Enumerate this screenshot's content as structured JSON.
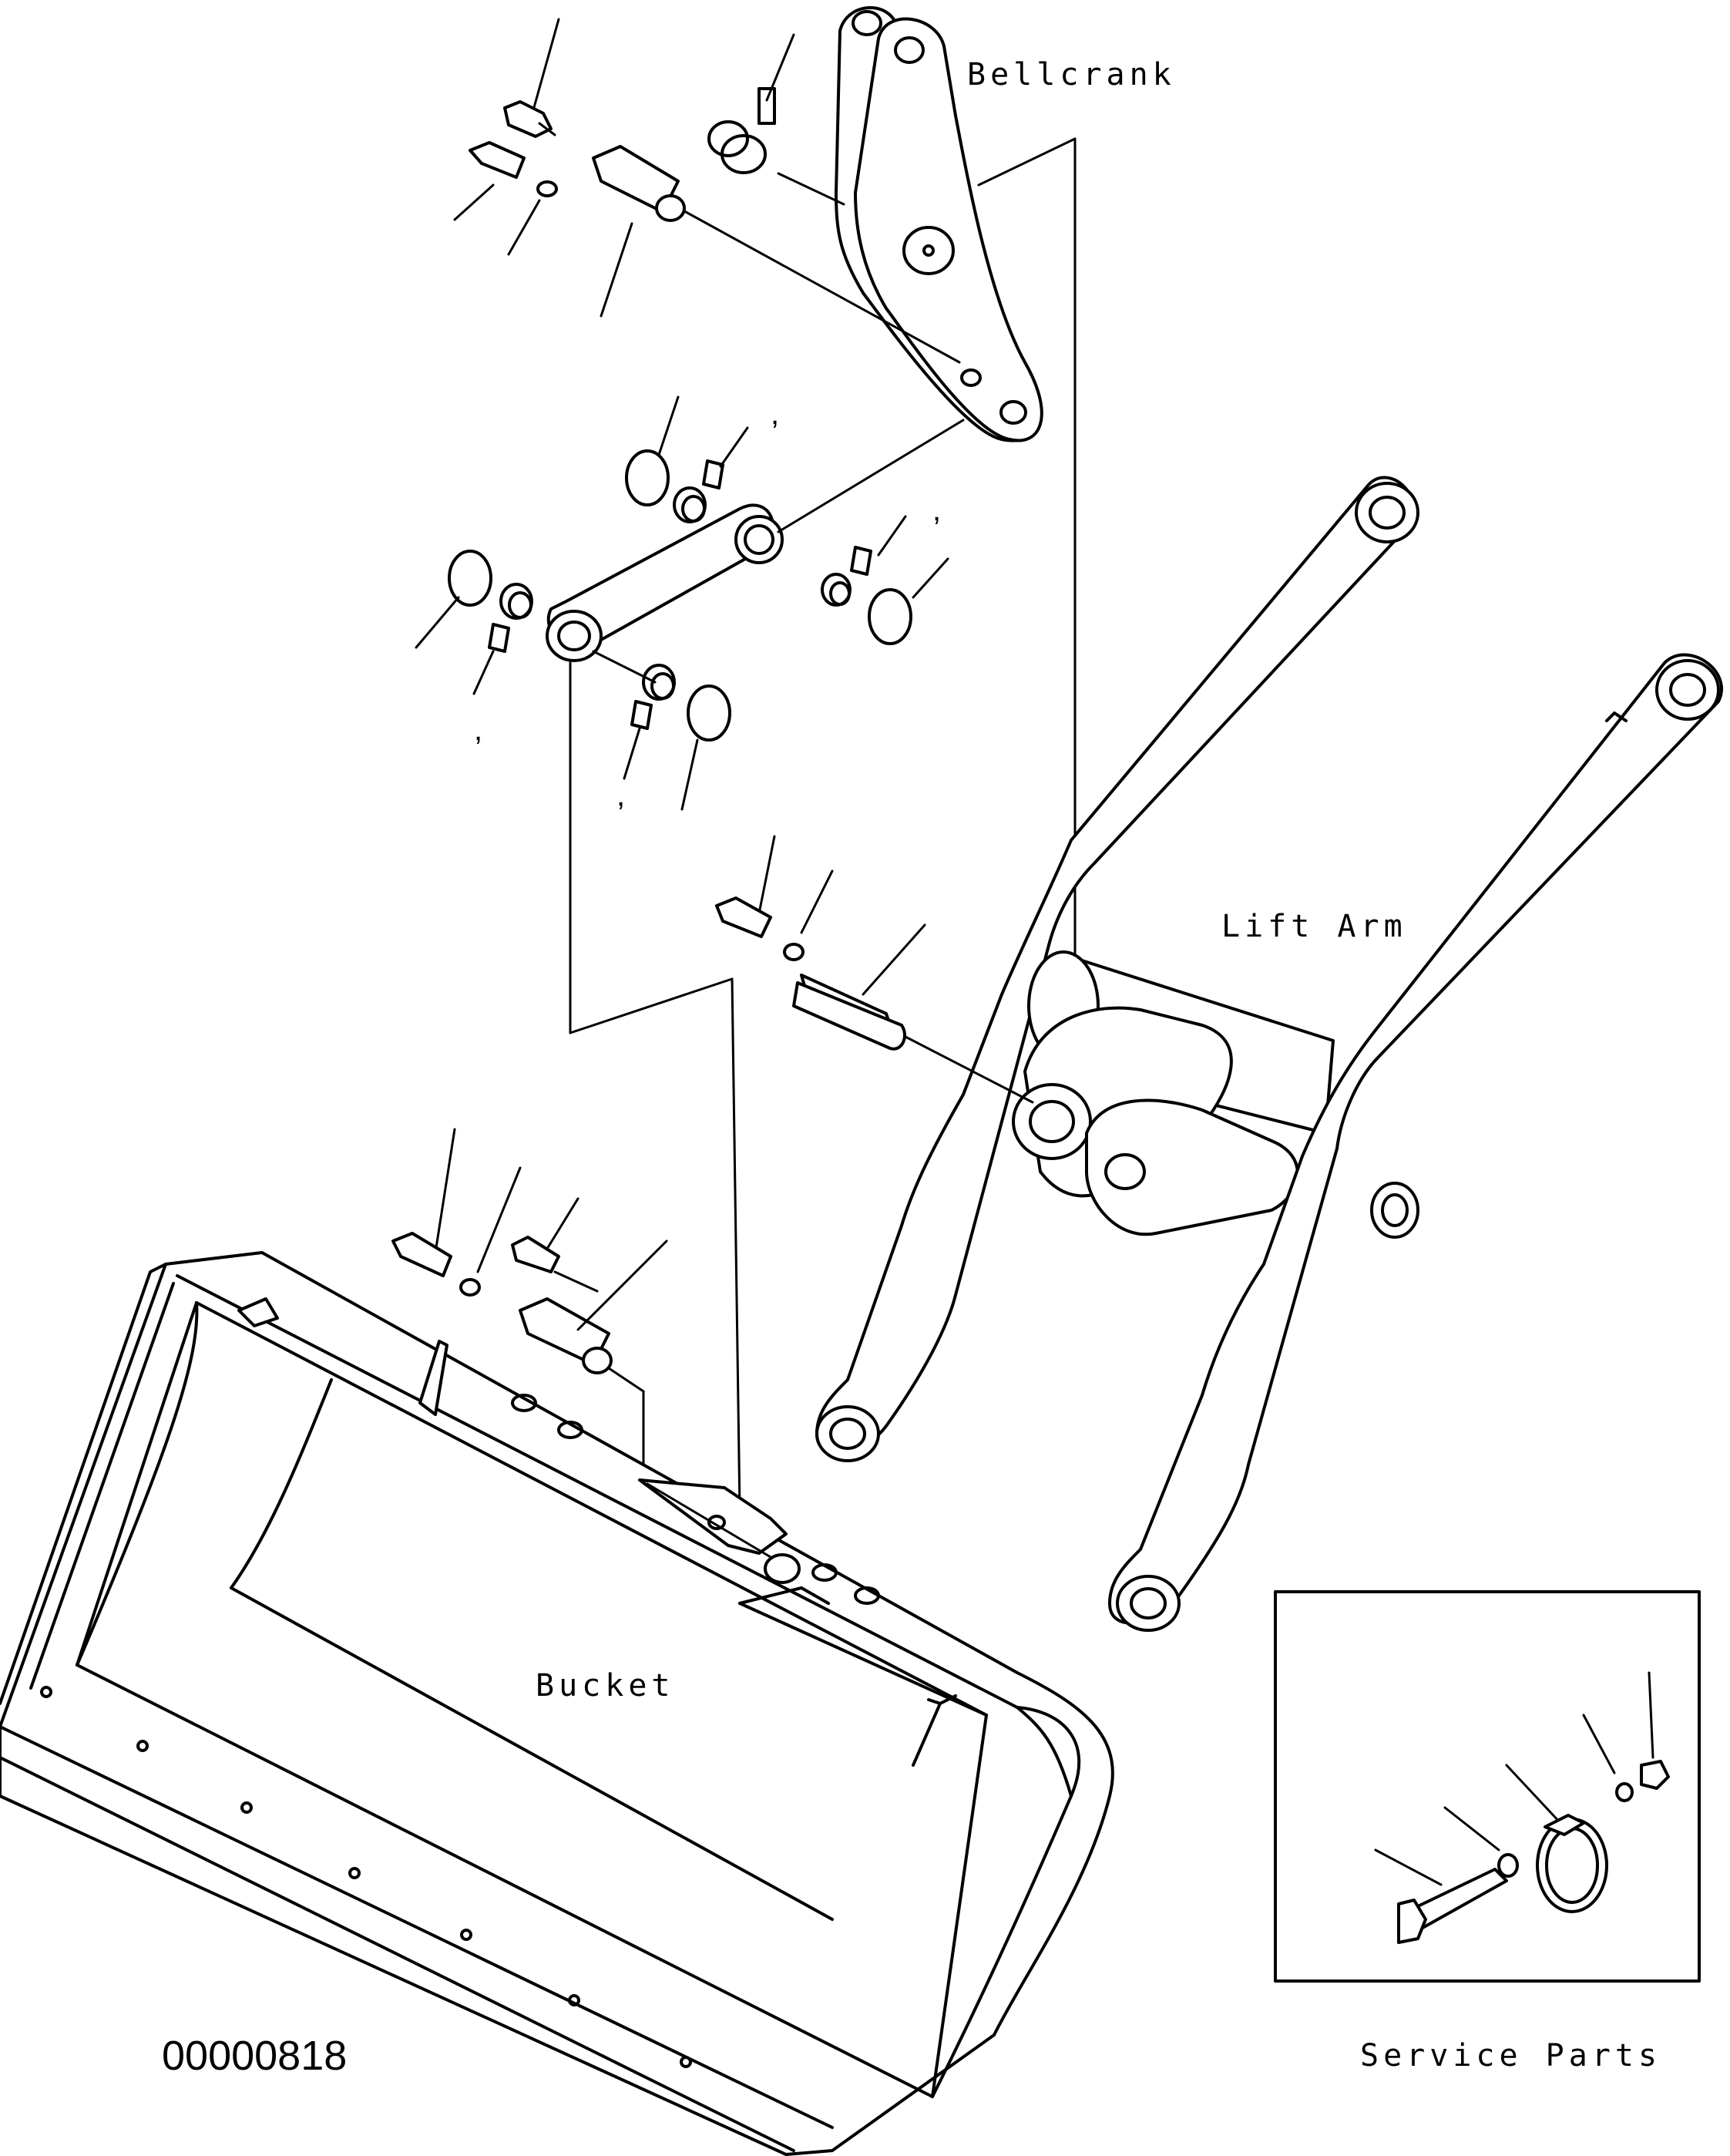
{
  "labels": {
    "bellcrank": "Bellcrank",
    "lift_arm": "Lift Arm",
    "bucket": "Bucket",
    "service_parts": "Service Parts"
  },
  "figure_code": "00000818",
  "comma_marks": [
    ",",
    ",",
    ",",
    ","
  ]
}
